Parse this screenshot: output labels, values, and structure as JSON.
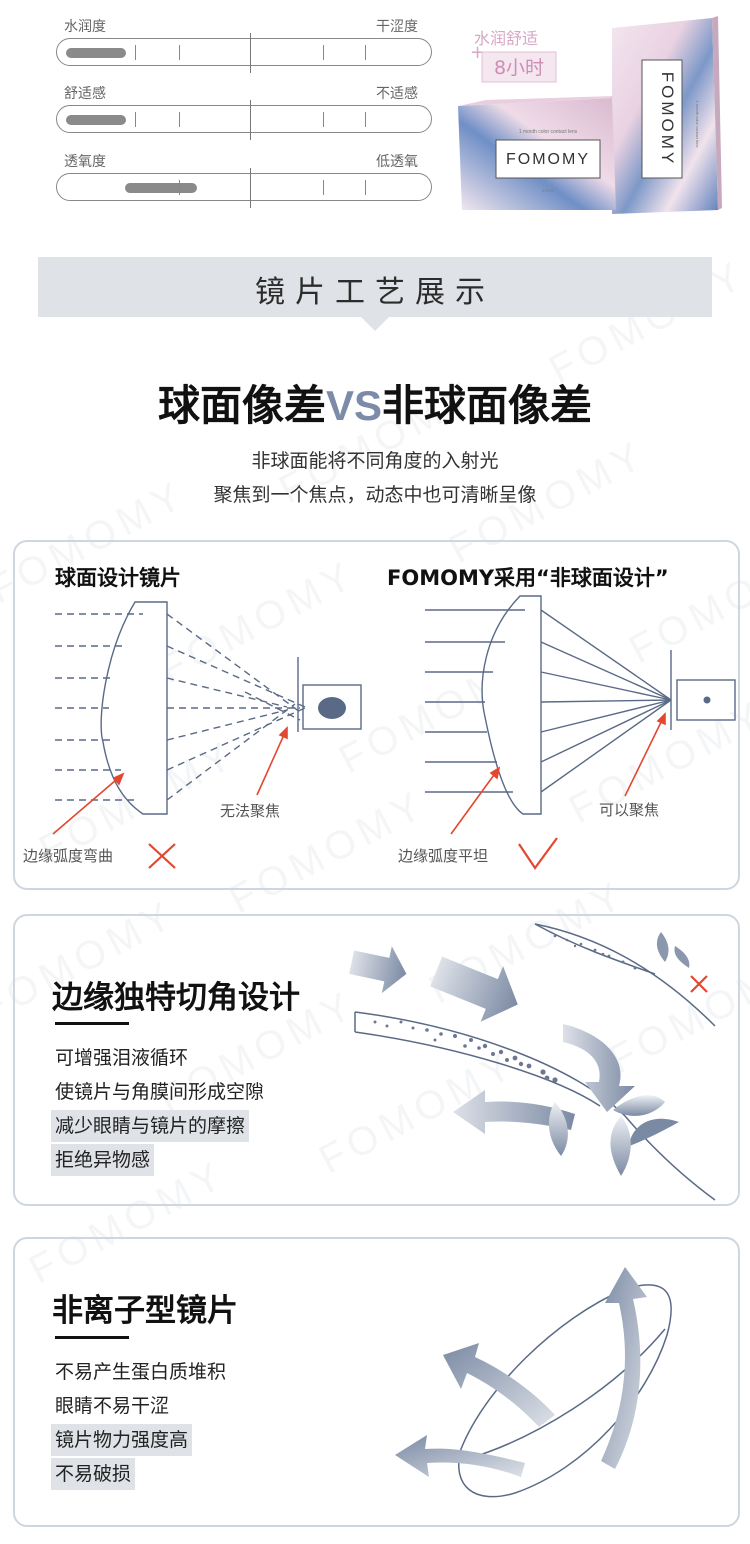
{
  "sliders": [
    {
      "left": "水润度",
      "right": "干涩度",
      "level": 0.2
    },
    {
      "left": "舒适感",
      "right": "不适感",
      "level": 0.2
    },
    {
      "left": "透氧度",
      "right": "低透氧",
      "level": 0.24
    }
  ],
  "product": {
    "badge_line1": "水润舒适",
    "badge_line2": "8小时",
    "brand": "FOMOMY",
    "brand_vertical": "FOMOMY",
    "small_text": "1 month color contact lens",
    "pcs": "2 PCS"
  },
  "section_header": "镜片工艺展示",
  "main_title": {
    "part1": "球面像差",
    "vs": "VS",
    "part2": "非球面像差"
  },
  "subtitle_lines": [
    "非球面能将不同角度的入射光",
    "聚焦到一个焦点，动态中也可清晰呈像"
  ],
  "optics": {
    "left_title": "球面设计镜片",
    "right_title": "FOMOMY采用“非球面设计”",
    "left_edge_label": "边缘弧度弯曲",
    "left_focus_label": "无法聚焦",
    "right_edge_label": "边缘弧度平坦",
    "right_focus_label": "可以聚焦",
    "cross_mark": "×",
    "check_mark": "√"
  },
  "edge_design": {
    "title": "边缘独特切角设计",
    "bullets": [
      {
        "text": "可增强泪液循环",
        "highlight": false
      },
      {
        "text": "使镜片与角膜间形成空隙",
        "highlight": false
      },
      {
        "text": "减少眼睛与镜片的摩擦",
        "highlight": true
      },
      {
        "text": "拒绝异物感",
        "highlight": true
      }
    ]
  },
  "non_ionic": {
    "title": "非离子型镜片",
    "bullets": [
      {
        "text": "不易产生蛋白质堆积",
        "highlight": false
      },
      {
        "text": "眼睛不易干涩",
        "highlight": false
      },
      {
        "text": "镜片物力强度高",
        "highlight": true
      },
      {
        "text": "不易破损",
        "highlight": true
      }
    ]
  },
  "watermark": "FOMOMY",
  "colors": {
    "accent": "#7b8ba8",
    "header_bg": "#dfe2e7",
    "red": "#e4472f",
    "line": "#5a6a86"
  }
}
